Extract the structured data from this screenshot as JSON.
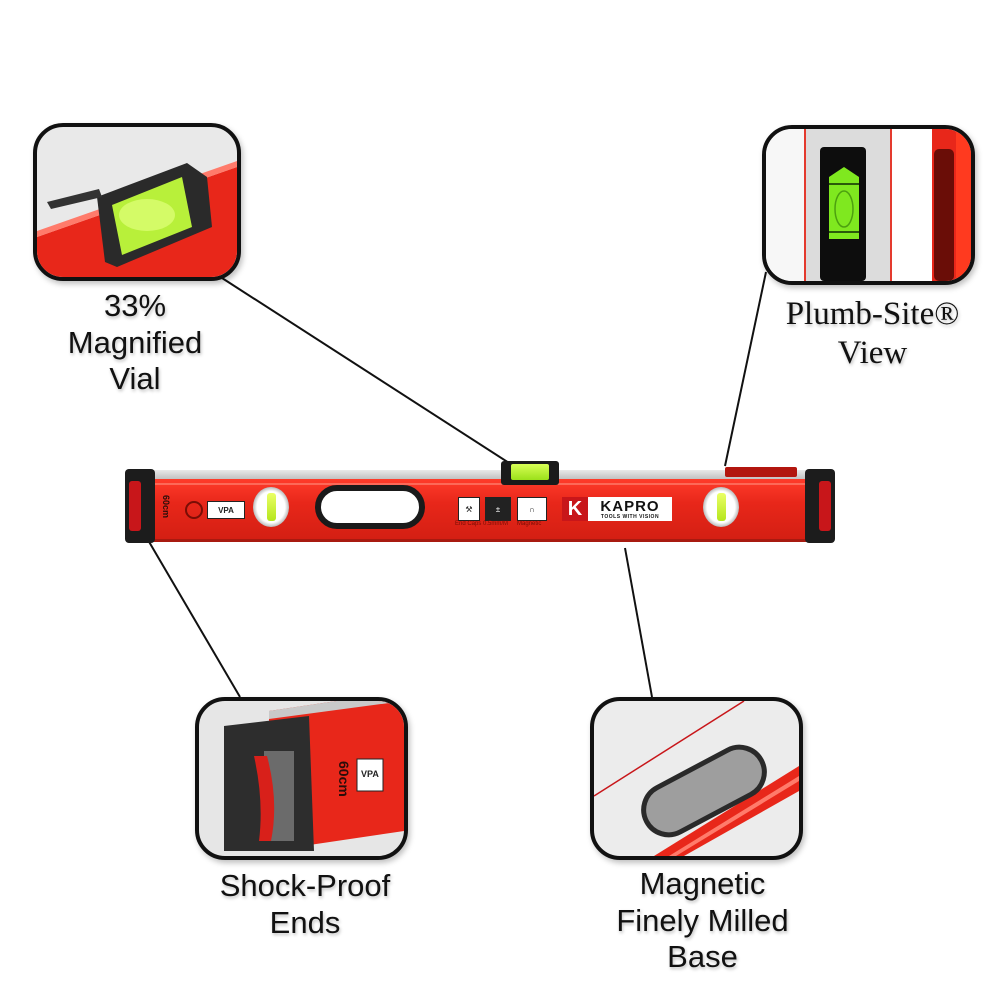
{
  "product": {
    "brand": "KAPRO",
    "tagline": "TOOLS WITH VISION",
    "size_marking": "60cm",
    "badges": [
      {
        "name": "shock-absorbent-end-caps",
        "caption": "End Caps"
      },
      {
        "name": "accuracy",
        "caption": "0.5mm/M"
      },
      {
        "name": "magnetic",
        "caption": "Magnetic"
      }
    ],
    "vpa_mark": "VPA"
  },
  "callouts": [
    {
      "id": "magnified-vial",
      "lines": [
        "33%",
        "Magnified",
        "Vial"
      ]
    },
    {
      "id": "plumb-site",
      "lines": [
        "Plumb-Site®",
        "View"
      ]
    },
    {
      "id": "shock-proof-ends",
      "lines": [
        "Shock-Proof",
        "Ends"
      ]
    },
    {
      "id": "magnetic-base",
      "lines": [
        "Magnetic",
        "Finely Milled",
        "Base"
      ]
    }
  ],
  "colors": {
    "body_red": "#e8271a",
    "vial_green": "#b5e61d",
    "outline": "#111111",
    "end_cap": "#1c1c1c"
  }
}
